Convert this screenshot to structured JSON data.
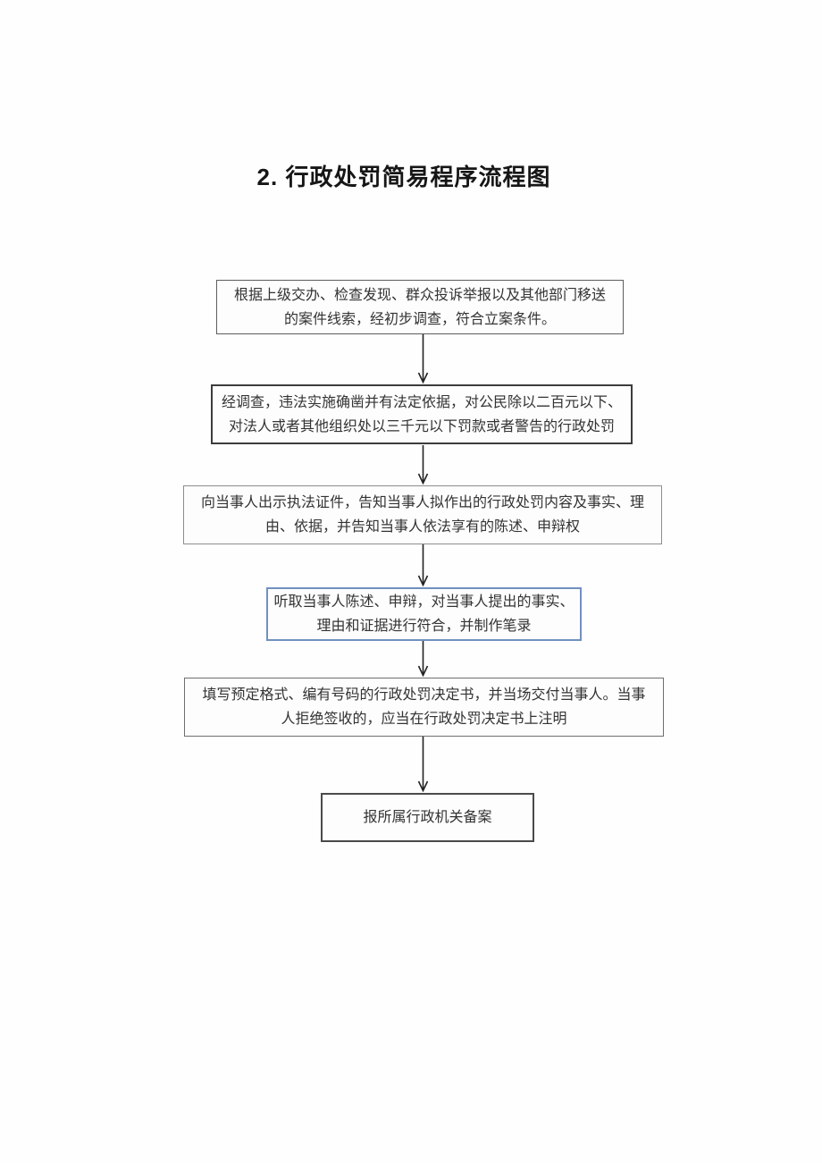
{
  "page": {
    "title": "2. 行政处罚简易程序流程图"
  },
  "flowchart": {
    "colors": {
      "box_border": "#555555",
      "highlight_border": "#7090bf",
      "arrow": "#222222"
    },
    "nodes": [
      {
        "name": "case-source",
        "lines": [
          "根据上级交办、检查发现、群众投诉举报以及其他部门移送",
          "的案件线索，经初步调查，符合立案条件。"
        ]
      },
      {
        "name": "investigation-result",
        "lines": [
          "经调查，违法实施确凿并有法定依据，对公民除以二百元以下、",
          "对法人或者其他组织处以三千元以下罚款或者警告的行政处罚"
        ]
      },
      {
        "name": "show-credentials-inform",
        "lines": [
          "向当事人出示执法证件，告知当事人拟作出的行政处罚内容及事实、理",
          "由、依据，并告知当事人依法享有的陈述、申辩权"
        ]
      },
      {
        "name": "hear-statement-defense",
        "lines": [
          "听取当事人陈述、申辩，对当事人提出的事实、",
          "理由和证据进行符合，并制作笔录"
        ]
      },
      {
        "name": "fill-decision-letter",
        "lines": [
          "填写预定格式、编有号码的行政处罚决定书，并当场交付当事人。当事",
          "人拒绝签收的，应当在行政处罚决定书上注明"
        ]
      },
      {
        "name": "report-for-record",
        "lines": [
          "报所属行政机关备案"
        ]
      }
    ]
  }
}
